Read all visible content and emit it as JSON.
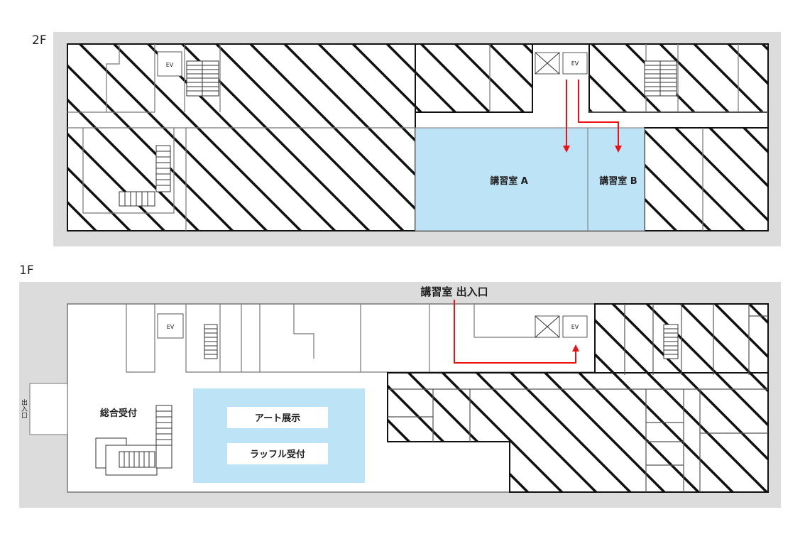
{
  "floors": {
    "f2": {
      "label": "2F",
      "rooms": {
        "a": "講習室 A",
        "b": "講習室 B"
      },
      "ev": "EV"
    },
    "f1": {
      "label": "1F",
      "entrance_label": "講習室 出入口",
      "main_entrance": "出入口",
      "reception": "総合受付",
      "art": "アート展示",
      "raffle": "ラッフル受付",
      "ev": "EV"
    }
  },
  "colors": {
    "room": "#bde3f6",
    "route": "#ee1111",
    "floor_bg": "#dcdcdc",
    "hatch": "#111111"
  }
}
